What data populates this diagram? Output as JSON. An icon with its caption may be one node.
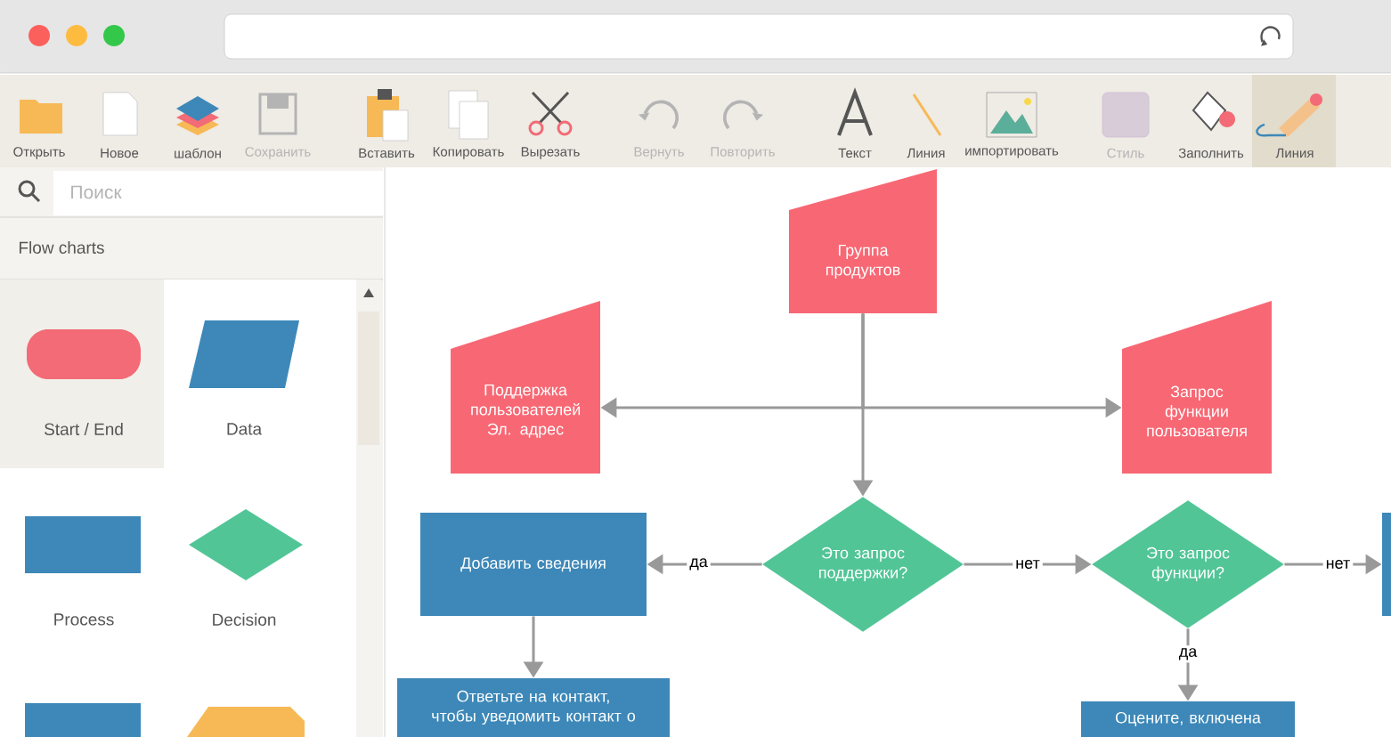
{
  "diagram": {
    "nodes": [
      {
        "text": [
          "Группа продуктов"
        ]
      },
      {
        "text": [
          "Поддержка пользователей Эл. адрес"
        ]
      },
      {
        "text": [
          "Запрос функции пользователя"
        ]
      },
      {
        "text": [
          "Это запрос поддержки?"
        ]
      },
      {
        "text": [
          "Это запрос функции?"
        ]
      },
      {
        "text": [
          "Добавить сведения"
        ]
      },
      {
        "text": [
          "Ответьте на контакт, чтобы уведомить контакт о"
        ]
      },
      {
        "text": [
          "Оцените, включена"
        ]
      },
      {
        "text": [],
        "shape": "box"
      }
    ],
    "edges": [
      {
        "from": 0,
        "to": 1,
        "arrow": "to"
      },
      {
        "from": 0,
        "to": 2,
        "arrow": "to"
      },
      {
        "from": 0,
        "to": 3,
        "arrow": "to"
      },
      {
        "from": 3,
        "to": 5,
        "arrow": "to",
        "label": "да"
      },
      {
        "from": 3,
        "to": 4,
        "arrow": "to",
        "label": "нет"
      },
      {
        "from": 4,
        "to": 8,
        "arrow": "to",
        "label": "нет"
      },
      {
        "from": 4,
        "to": 7,
        "arrow": "to",
        "label": "да"
      },
      {
        "from": 5,
        "to": 6,
        "arrow": "to"
      }
    ],
    "labels": [
      "Открыть",
      "Новое",
      "шаблон",
      "Сохранить",
      "Вставить",
      "Копировать",
      "Вырезать",
      "Вернуть",
      "Повторить",
      "Текст",
      "Линия",
      "импортировать",
      "Стиль",
      "Заполнить",
      "Линия",
      "Поиск",
      "Flow charts",
      "Start / End",
      "Data",
      "Process",
      "Decision"
    ]
  }
}
